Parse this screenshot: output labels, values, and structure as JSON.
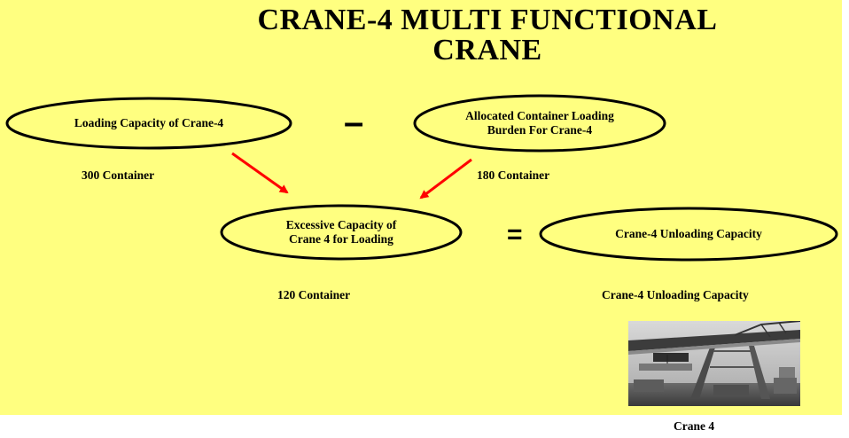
{
  "slide": {
    "title_line1": "CRANE-4 MULTI FUNCTIONAL",
    "title_line2": "CRANE",
    "background_color": "#ffff80",
    "arrow_color": "#ff0000"
  },
  "nodes": {
    "loading_capacity": {
      "label": "Loading Capacity of Crane-4",
      "value": "300 Container"
    },
    "allocated_burden": {
      "label_line1": "Allocated Container Loading",
      "label_line2": "Burden For Crane-4",
      "value": "180 Container"
    },
    "excessive_capacity": {
      "label_line1": "Excessive Capacity of",
      "label_line2": "Crane 4 for Loading",
      "value": "120 Container"
    },
    "unloading_capacity": {
      "label": "Crane-4 Unloading Capacity",
      "value": "Crane-4 Unloading Capacity"
    }
  },
  "operators": {
    "minus": "–",
    "equals": "="
  },
  "photo": {
    "caption": "Crane 4",
    "icon": "gantry-crane-photo"
  }
}
